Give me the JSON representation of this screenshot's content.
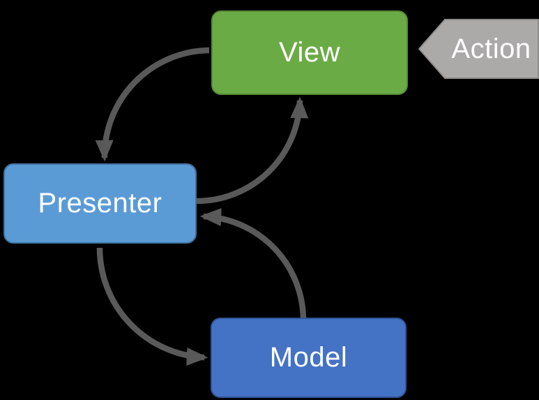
{
  "colors": {
    "background": "#000000",
    "arrow": "#595959",
    "view-fill": "#6BAB46",
    "view-border": "#568B35",
    "presenter-fill": "#5B9BD5",
    "presenter-border": "#41719C",
    "model-fill": "#4472C4",
    "model-border": "#2F5597",
    "action-fill": "#ACA9A9",
    "action-border": "#8F8C8C"
  },
  "nodes": {
    "view": {
      "label": "View"
    },
    "presenter": {
      "label": "Presenter"
    },
    "model": {
      "label": "Model"
    },
    "action": {
      "label": "Action"
    }
  },
  "edges": [
    {
      "from": "View",
      "to": "Presenter"
    },
    {
      "from": "Presenter",
      "to": "View"
    },
    {
      "from": "Presenter",
      "to": "Model"
    },
    {
      "from": "Model",
      "to": "Presenter"
    },
    {
      "from": "Action",
      "to": "View"
    }
  ]
}
